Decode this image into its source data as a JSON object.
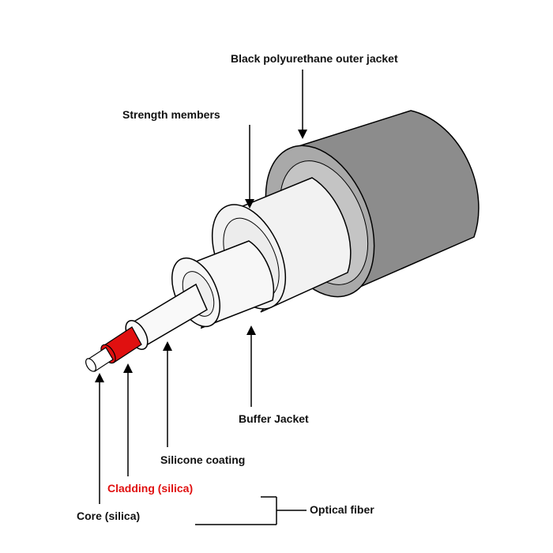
{
  "labels": {
    "outer_jacket": "Black polyurethane outer jacket",
    "strength_members": "Strength members",
    "buffer_jacket": "Buffer Jacket",
    "silicone_coating": "Silicone coating",
    "cladding": "Cladding (silica)",
    "core": "Core (silica)",
    "optical_fiber": "Optical fiber"
  },
  "colors": {
    "outer_jacket": "#8c8c8c",
    "outer_jacket_face": "#a9a9a9",
    "strength_members": "#f2f2f2",
    "buffer_jacket": "#f7f7f7",
    "silicone_coating": "#f9f9f9",
    "cladding": "#e01010",
    "core": "#ffffff",
    "outline": "#000000",
    "cladding_label": "#e01010"
  }
}
